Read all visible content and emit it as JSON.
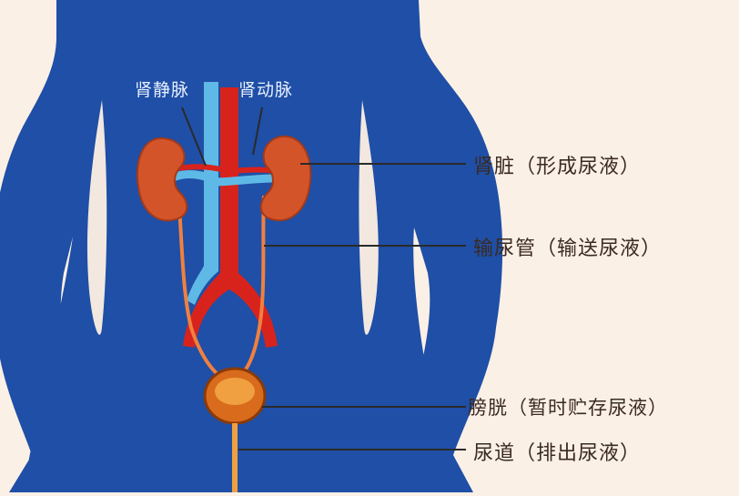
{
  "labels": {
    "vein": "肾静脉",
    "artery": "肾动脉",
    "kidney": "肾脏（形成尿液）",
    "ureter": "输尿管（输送尿液）",
    "bladder": "膀胱（暂时贮存尿液）",
    "urethra": "尿道（排出尿液）"
  },
  "colors": {
    "background": "#fbf0e6",
    "body": "#1f4fa6",
    "kidney": "#d4542a",
    "artery": "#d8231c",
    "vein": "#5fb9e6",
    "bladder": "#d96b1c",
    "leader_line": "#2a2a2a"
  }
}
